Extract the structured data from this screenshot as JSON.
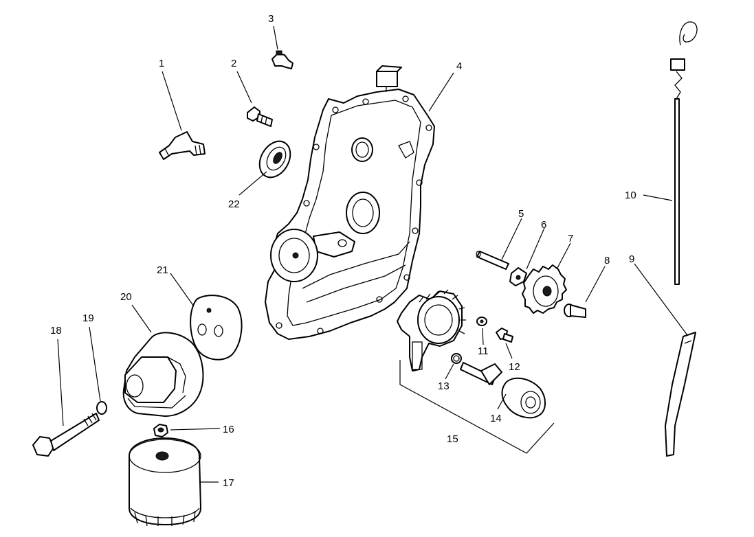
{
  "callouts": [
    {
      "id": "1",
      "label": "1"
    },
    {
      "id": "2",
      "label": "2"
    },
    {
      "id": "3",
      "label": "3"
    },
    {
      "id": "4",
      "label": "4"
    },
    {
      "id": "5",
      "label": "5"
    },
    {
      "id": "6",
      "label": "6"
    },
    {
      "id": "7",
      "label": "7"
    },
    {
      "id": "8",
      "label": "8"
    },
    {
      "id": "9",
      "label": "9"
    },
    {
      "id": "10",
      "label": "10"
    },
    {
      "id": "11",
      "label": "11"
    },
    {
      "id": "12",
      "label": "12"
    },
    {
      "id": "13",
      "label": "13"
    },
    {
      "id": "14",
      "label": "14"
    },
    {
      "id": "15",
      "label": "15"
    },
    {
      "id": "16",
      "label": "16"
    },
    {
      "id": "17",
      "label": "17"
    },
    {
      "id": "18",
      "label": "18"
    },
    {
      "id": "19",
      "label": "19"
    },
    {
      "id": "20",
      "label": "20"
    },
    {
      "id": "21",
      "label": "21"
    },
    {
      "id": "22",
      "label": "22"
    }
  ],
  "colors": {
    "line": "#000000",
    "background": "#ffffff"
  }
}
